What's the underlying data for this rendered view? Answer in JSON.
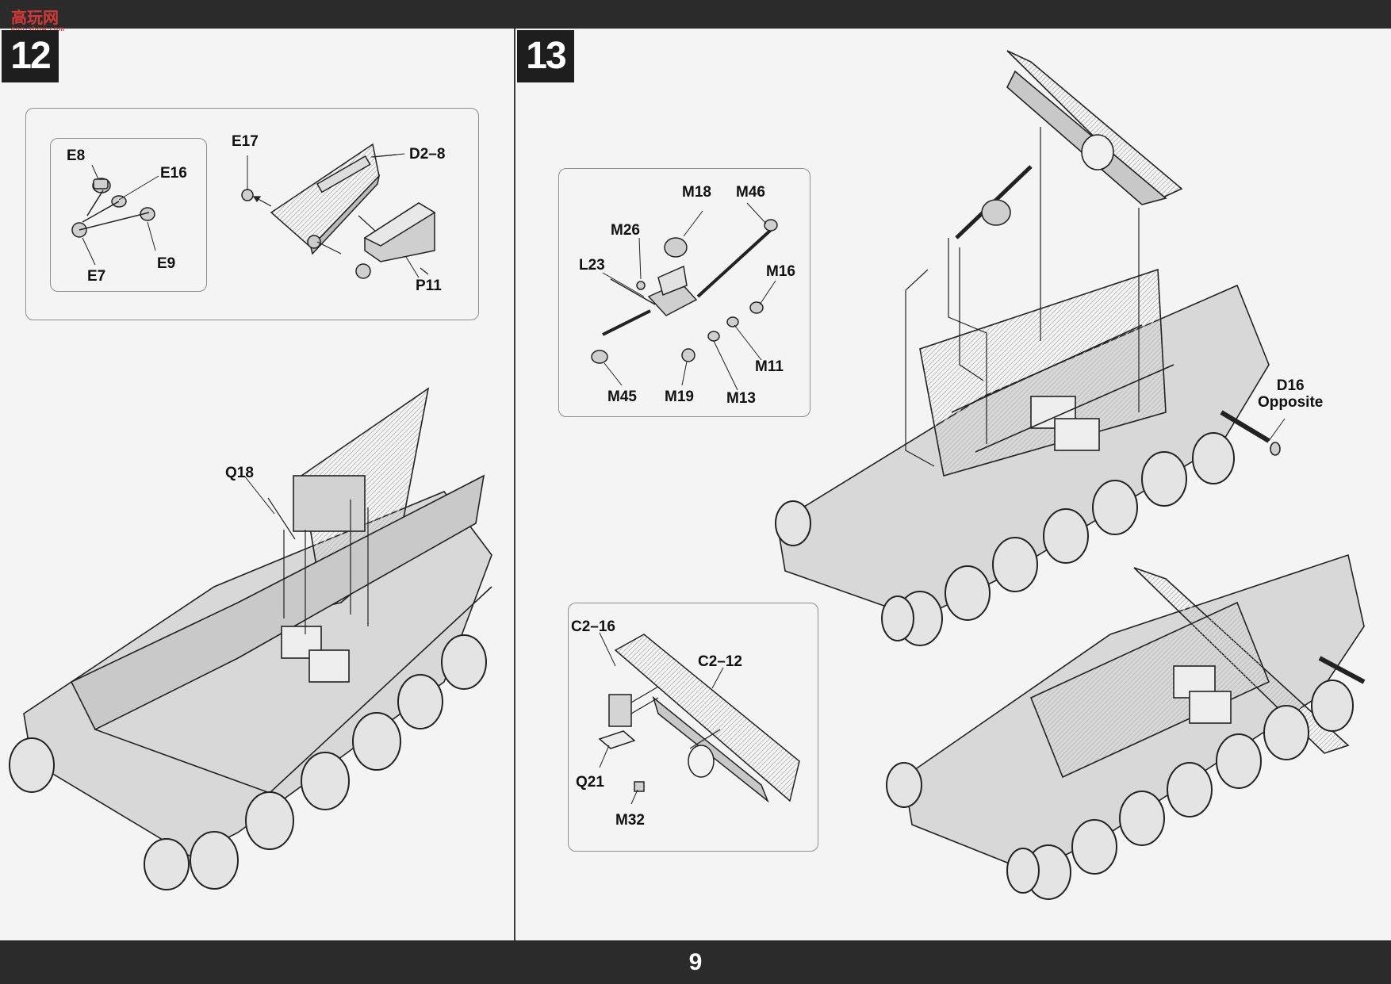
{
  "watermark": {
    "text": "高玩网",
    "sub": "goo-show.com"
  },
  "page_number": "9",
  "steps": [
    {
      "number": "12"
    },
    {
      "number": "13"
    }
  ],
  "labels": {
    "E8": "E8",
    "E16": "E16",
    "E7": "E7",
    "E9": "E9",
    "E17": "E17",
    "D2_8": "D2–8",
    "P11": "P11",
    "Q18": "Q18",
    "M18": "M18",
    "M46": "M46",
    "M26": "M26",
    "L23": "L23",
    "M16": "M16",
    "M11": "M11",
    "M45": "M45",
    "M19": "M19",
    "M13": "M13",
    "D16": "D16",
    "Opposite": "Opposite",
    "C2_16": "C2–16",
    "C2_12": "C2–12",
    "Q21": "Q21",
    "M32": "M32"
  }
}
